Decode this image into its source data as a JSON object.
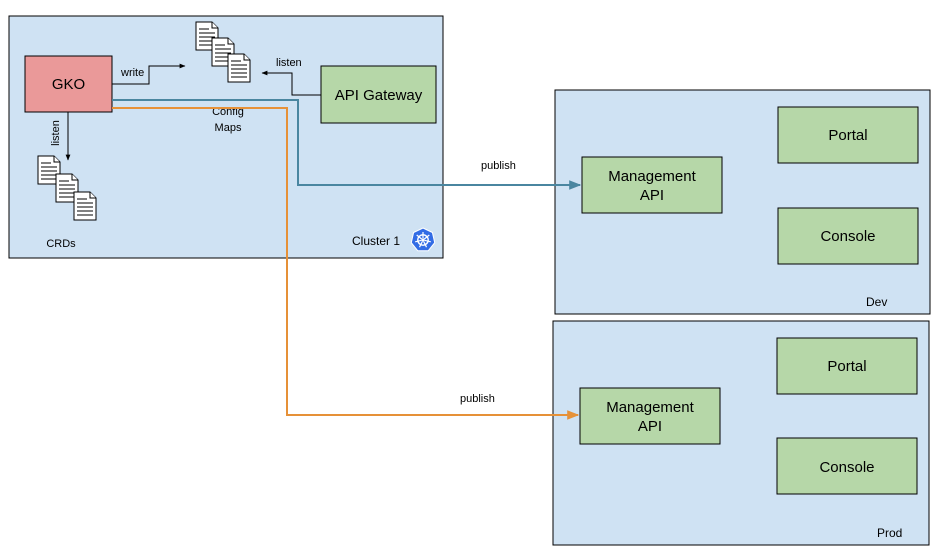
{
  "cluster1": {
    "label": "Cluster 1",
    "icon": "kubernetes-icon"
  },
  "gko": {
    "label": "GKO"
  },
  "api_gateway": {
    "label": "API Gateway"
  },
  "config_maps": {
    "line1": "Config",
    "line2": "Maps",
    "icon": "documents-icon"
  },
  "crds": {
    "label": "CRDs",
    "icon": "documents-icon"
  },
  "edges": {
    "write": "write",
    "listen_gateway": "listen",
    "listen_crds": "listen",
    "publish_dev": "publish",
    "publish_prod": "publish"
  },
  "dev": {
    "label": "Dev",
    "management_api": {
      "line1": "Management",
      "line2": "API"
    },
    "portal": "Portal",
    "console": "Console"
  },
  "prod": {
    "label": "Prod",
    "management_api": {
      "line1": "Management",
      "line2": "API"
    },
    "portal": "Portal",
    "console": "Console"
  },
  "colors": {
    "cluster_fill": "#cfe2f3",
    "node_green": "#b6d7a8",
    "node_red": "#ea9999",
    "edge_teal": "#4a86a0",
    "edge_orange": "#e69138",
    "kubernetes_blue": "#326ce5"
  }
}
